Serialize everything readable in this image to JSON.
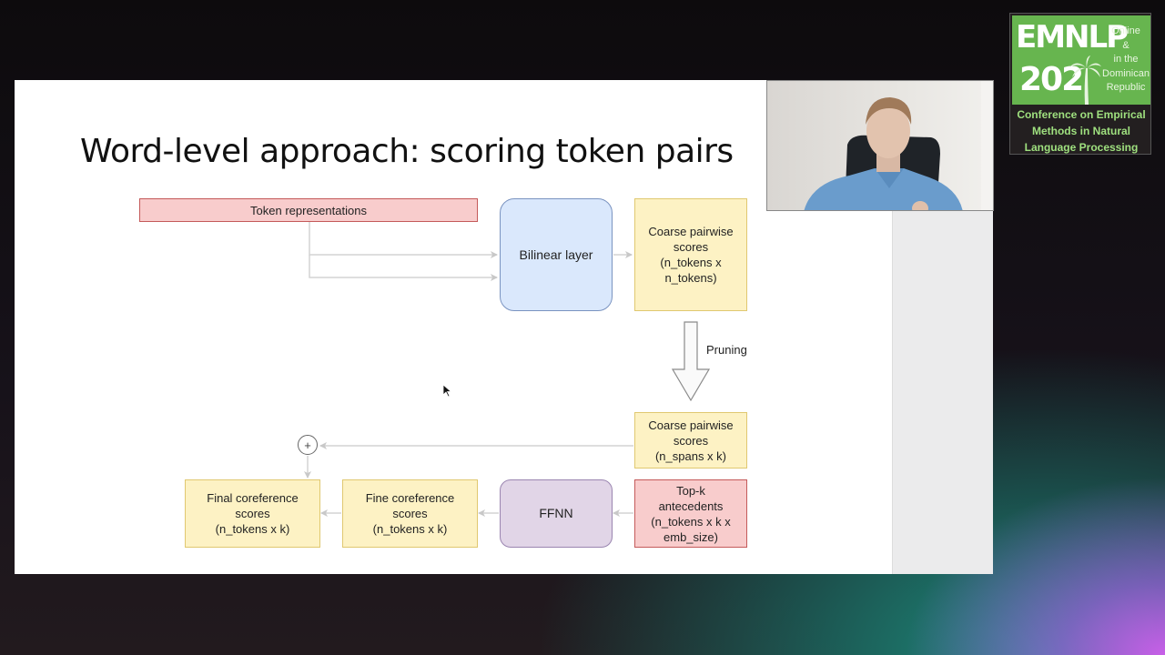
{
  "slide": {
    "title": "Word-level approach: scoring token pairs",
    "diagram": {
      "token_representations": "Token representations",
      "bilinear_layer": "Bilinear layer",
      "coarse_scores_full": "Coarse pairwise\nscores\n(n_tokens x\nn_tokens)",
      "pruning_label": "Pruning",
      "coarse_scores_pruned": "Coarse pairwise\nscores\n(n_spans x k)",
      "top_k_antecedents": "Top-k\nantecedents\n(n_tokens x k x\nemb_size)",
      "ffnn": "FFNN",
      "fine_scores": "Fine coreference\nscores\n(n_tokens x k)",
      "final_scores": "Final coreference\nscores\n(n_tokens x k)",
      "plus_symbol": "+"
    },
    "colors": {
      "yellow_box": "#fdf2c4",
      "red_box": "#f8cccc",
      "blue_box": "#dae8fc",
      "purple_box": "#e1d5e7"
    }
  },
  "webcam": {
    "content": "presenter video feed"
  },
  "conference_logo": {
    "name": "EMNLP",
    "year": "202",
    "location": "Online\n&\nin the\nDominican\nRepublic",
    "full_name": "Conference on Empirical\nMethods in Natural\nLanguage Processing",
    "brand_color": "#67b54f"
  }
}
